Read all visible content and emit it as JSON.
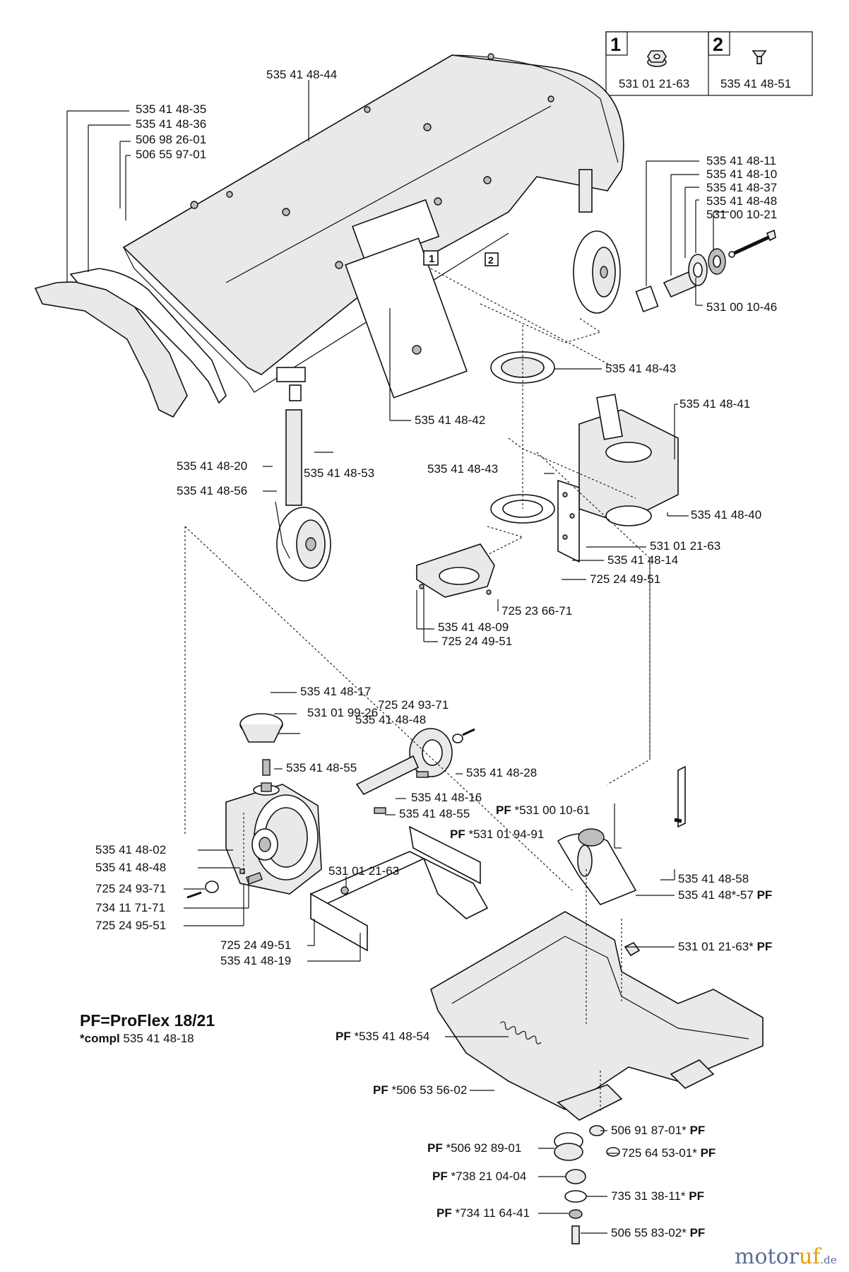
{
  "inset": {
    "box1": {
      "number": "1",
      "part": "531 01 21-63"
    },
    "box2": {
      "number": "2",
      "part": "535 41 48-51"
    }
  },
  "callouts": {
    "a1": "535 41 48-44",
    "a2": "535 41 48-35",
    "a3": "535 41 48-36",
    "a4": "506 98 26-01",
    "a5": "506 55 97-01",
    "b1": "535 41 48-11",
    "b2": "535 41 48-10",
    "b3": "535 41 48-37",
    "b4": "535 41 48-48",
    "b5": "531 00 10-21",
    "b6": "531 00 10-46",
    "c1": "535 41 48-43",
    "c2": "535 41 48-41",
    "c3": "535 41 48-42",
    "c4": "535 41 48-43",
    "c5": "535 41 48-40",
    "c6": "531 01 21-63",
    "c7": "535 41 48-14",
    "c8": "725 24 49-51",
    "c9": "725 23 66-71",
    "c10": "535 41 48-09",
    "c11": "725 24 49-51",
    "d1": "535 41 48-20",
    "d2": "535 41 48-53",
    "d3": "535 41 48-56",
    "e1": "725 24 93-71",
    "e2": "535 41 48-48",
    "e3": "535 41 48-17",
    "e4": "531 01 99-26",
    "e5": "535 41 48-55",
    "e6": "535 41 48-28",
    "e7": "535 41 48-16",
    "e8": "535 41 48-55",
    "f1": "535 41 48-02",
    "f2": "535 41 48-48",
    "f3": "725 24 93-71",
    "f4": "734 11 71-71",
    "f5": "725 24 95-51",
    "g1": "531 01 21-63",
    "g2": "725 24 49-51",
    "g3": "535 41 48-19",
    "h1": "*531 00 10-61",
    "h2": "*531 01 94-91",
    "h3": "535 41 48-58",
    "h4": "535 41 48*-57",
    "h5": "531 01 21-63*",
    "h6": "*535 41 48-54",
    "h7": "*506 53 56-02",
    "h8": "506 91 87-01*",
    "h9": "*506 92 89-01",
    "h10": "725 64 53-01*",
    "h11": "*738 21 04-04",
    "h12": "735 31 38-11*",
    "h13": "*734 11 64-41",
    "h14": "506 55 83-02*"
  },
  "pf": "PF",
  "legend": {
    "title": "PF=ProFlex 18/21",
    "compl_prefix": "*compl",
    "compl_part": "535 41 48-18"
  },
  "watermark": {
    "brand_a": "motor",
    "brand_b": "uf",
    "suffix": ".de"
  }
}
